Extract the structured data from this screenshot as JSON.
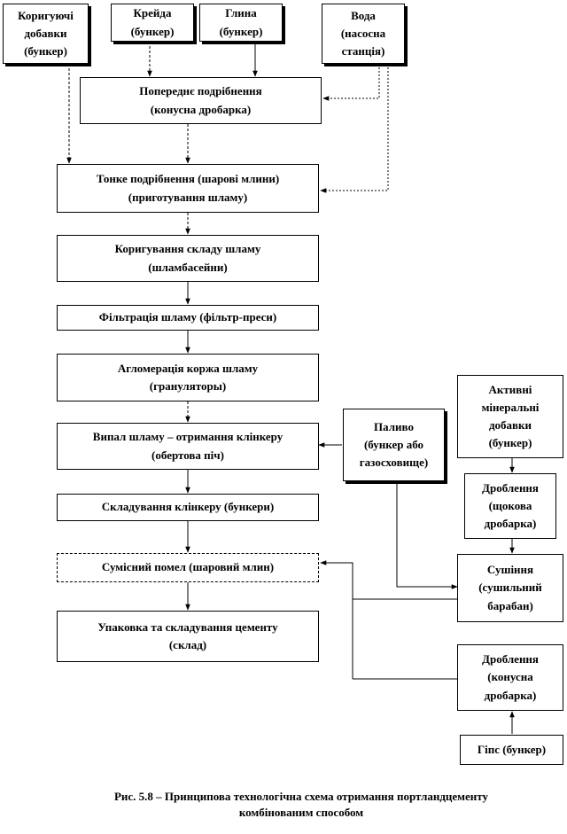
{
  "boxes": {
    "korig_dob": [
      "Коригуючі",
      "добавки",
      "(бункер)"
    ],
    "kreyda": [
      "Крейда",
      "(бункер)"
    ],
    "hlyna": [
      "Глина",
      "(бункер)"
    ],
    "voda": [
      "Вода",
      "(насосна",
      "станція)"
    ],
    "poperedne": [
      "Попереднє подрібнення",
      "(конусна дробарка)"
    ],
    "tonke": [
      "Тонке подрібнення (шарові млини)",
      "(приготування шламу)"
    ],
    "koryguvannya": [
      "Коригування складу шламу",
      "(шламбасейни)"
    ],
    "filtratsiya": [
      "Фільтрація шламу (фільтр-преси)"
    ],
    "aglomeratsiya": [
      "Агломерація коржа шламу",
      "(грануляторы)"
    ],
    "vypal": [
      "Випал шламу – отримання клінкеру",
      "(обертова піч)"
    ],
    "skladuvannya": [
      "Складування клінкеру (бункери)"
    ],
    "sumisnyi": [
      "Сумісний помел (шаровий млин)"
    ],
    "upakovka": [
      "Упаковка та складування цементу",
      "(склад)"
    ],
    "palyvo": [
      "Паливо",
      "(бункер або",
      "газосховище)"
    ],
    "aktyvni": [
      "Активні",
      "мінеральні",
      "добавки",
      "(бункер)"
    ],
    "droblennya1": [
      "Дроблення",
      "(щокова",
      "дробарка)"
    ],
    "sushinnya": [
      "Сушіння",
      "(сушильний",
      "барабан)"
    ],
    "droblennya2": [
      "Дроблення",
      "(конусна",
      "дробарка)"
    ],
    "gips": [
      "Гіпс (бункер)"
    ]
  },
  "caption": [
    "Рис. 5.8 – Принципова технологічна схема отримання портландцементу",
    "комбінованим способом"
  ]
}
